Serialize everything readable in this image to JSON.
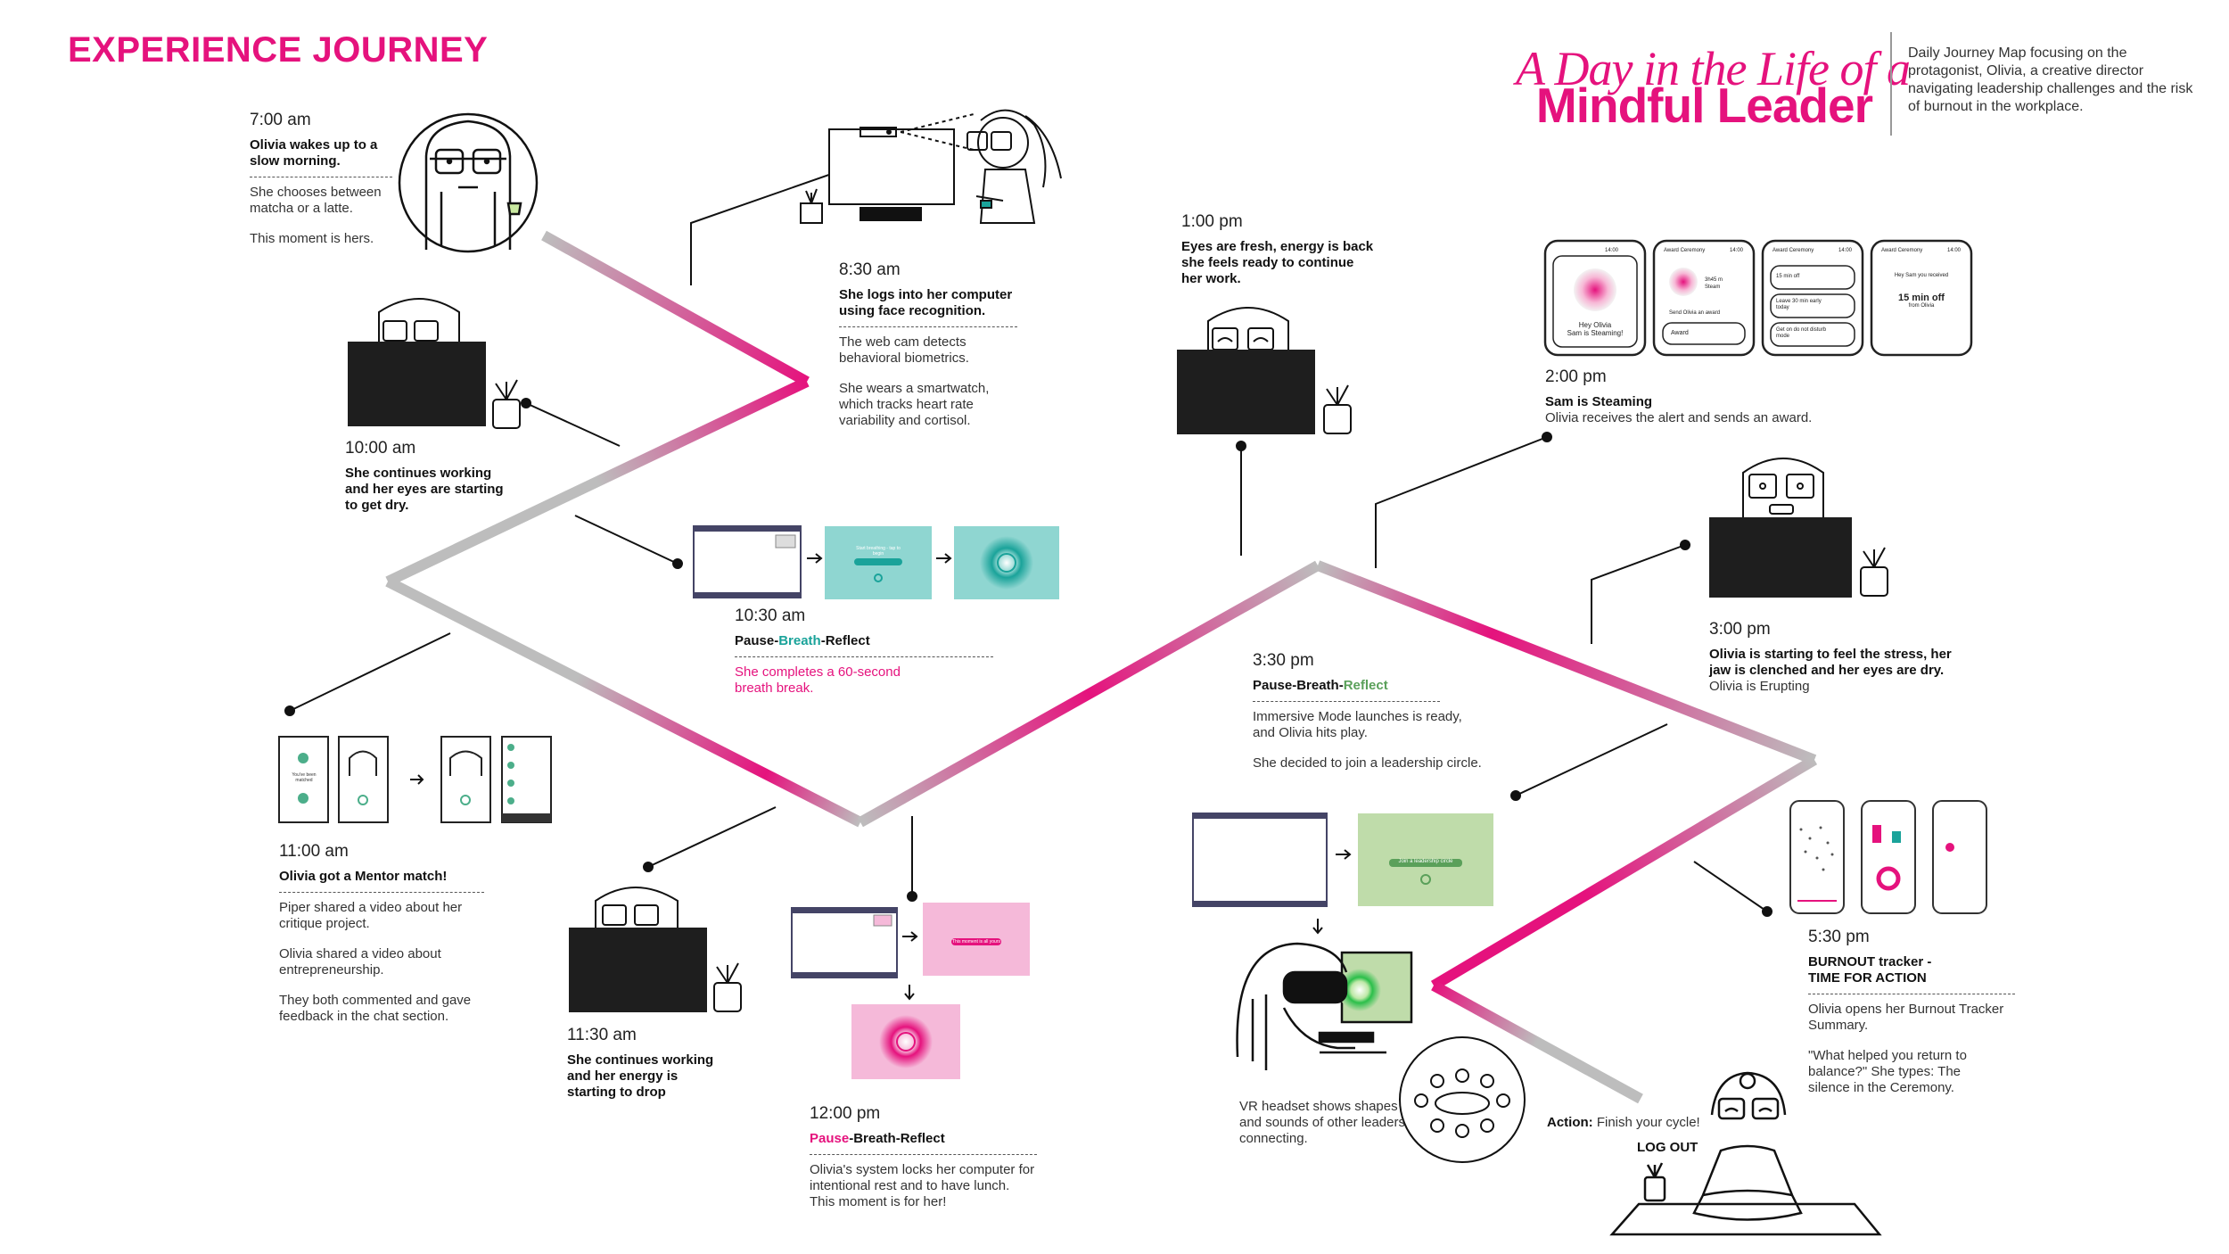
{
  "header": {
    "title": "EXPERIENCE JOURNEY",
    "hero_line1": "A Day in the Life of a",
    "hero_line2": "Mindful Leader",
    "description": "Daily Journey Map focusing on the protagonist, Olivia, a creative director navigating leadership challenges and the risk of burnout in the workplace."
  },
  "colors": {
    "accent": "#e5127d",
    "path_gray": "#bdbdbd",
    "teal": "#8fd6d1",
    "green": "#bfdcaa",
    "pink_screen": "#f5b9d9"
  },
  "moments": {
    "m0700": {
      "time": "7:00 am",
      "head": "Olivia wakes up to a slow morning.",
      "p1": "She chooses between matcha or a latte.",
      "p2": "This moment is hers."
    },
    "m0830": {
      "time": "8:30 am",
      "head": "She logs into her computer using face recognition.",
      "p1": "The web cam detects behavioral biometrics.",
      "p2": "She wears a smartwatch, which tracks heart rate variability and cortisol."
    },
    "m1000": {
      "time": "10:00 am",
      "head": "She continues working and her eyes are starting to get dry."
    },
    "m1030": {
      "time": "10:30 am",
      "head_a": "Pause-",
      "head_b": "Breath",
      "head_c": "-Reflect",
      "p1": "She completes a 60-second breath break."
    },
    "m1100": {
      "time": "11:00 am",
      "head": "Olivia got a Mentor match!",
      "p1": "Piper shared a video about her critique project.",
      "p2": "Olivia shared a video about entrepreneurship.",
      "p3": "They both commented and gave feedback in the chat section."
    },
    "m1130": {
      "time": "11:30 am",
      "head": "She continues working and her energy is starting to drop"
    },
    "m1200": {
      "time": "12:00 pm",
      "head_a": "Pause",
      "head_b": "-Breath-Reflect",
      "p1": "Olivia's system locks her computer for intentional rest and to have lunch. This moment is for her!"
    },
    "m1300": {
      "time": "1:00 pm",
      "head": "Eyes are fresh, energy is back she feels ready to continue her work."
    },
    "m1400": {
      "time": "2:00 pm",
      "head": "Sam is Steaming",
      "p1": "Olivia receives the alert and sends an award."
    },
    "m1500": {
      "time": "3:00 pm",
      "head": "Olivia is starting to feel the stress, her jaw is clenched and her eyes are dry.",
      "p1": "Olivia is Erupting"
    },
    "m1530": {
      "time": "3:30 pm",
      "head_a": "Pause-Breath-",
      "head_b": "Reflect",
      "p1": "Immersive Mode launches is ready, and Olivia hits play.",
      "p2": "She decided to join a leadership circle.",
      "vr": "VR headset shows shapes and sounds of other leaders connecting."
    },
    "m1730": {
      "time": "5:30 pm",
      "head": "BURNOUT tracker - TIME FOR ACTION",
      "p1": "Olivia opens her Burnout Tracker Summary.",
      "p2": "\"What helped you return to balance?\" She types: The silence in the Ceremony."
    },
    "end": {
      "action_label": "Action:",
      "action_text": "Finish your cycle!",
      "logout": "LOG OUT"
    }
  },
  "watch_screens": [
    {
      "time": "14:00",
      "title": "",
      "l1": "Hey Olivia",
      "l2": "Sam is Steaming!"
    },
    {
      "time": "14:00",
      "title": "Award Ceremony",
      "side": "3h45 m",
      "side2": "Steam",
      "l1": "Send Olivia an award",
      "btn": "Award"
    },
    {
      "time": "14:00",
      "title": "Award Ceremony",
      "o1": "15 min off",
      "o2": "Leave 30 min early today",
      "o3": "Get on do not disturb mode"
    },
    {
      "time": "14:00",
      "title": "Award Ceremony",
      "l1": "Hey Sam you received",
      "big": "15 min off",
      "l2": "from Olivia"
    }
  ],
  "screen_texts": {
    "teal_btn": "Start breathing - tap to begin",
    "pink_btn": "This moment is all yours",
    "green_btn": "Join a leadership circle",
    "mentor_card": "You've been matched"
  }
}
